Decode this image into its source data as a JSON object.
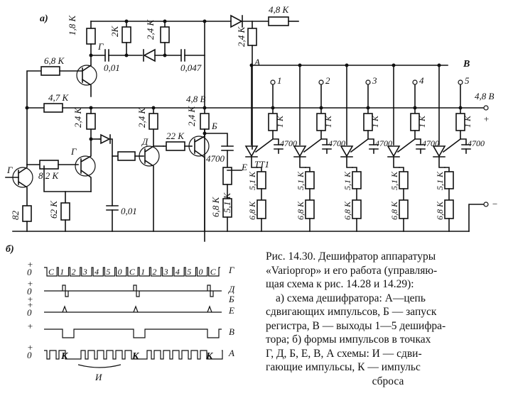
{
  "part_labels": {
    "a": "а)",
    "b": "б)"
  },
  "resistors": {
    "r_18k": "1,8 К",
    "r_2k": "2К",
    "r_24k_top": "2,4 К",
    "r_48k_top": "4,8 К",
    "r_24k_a": "2,4 К",
    "r_68k": "6,8 К",
    "r_47k": "4,7 К",
    "r_24k_g": "2,4 К",
    "r_24k_d": "2,4 К",
    "r_24k_b": "2,4 К",
    "r_22k": "22 К",
    "r_82k": "8,2 К",
    "r_82": "82",
    "r_62k": "62 К",
    "r_51k": "5,1 К",
    "r_68k_low": "6,8 К",
    "r_1k": "1 К"
  },
  "capacitors": {
    "c_001_top": "0,01",
    "c_0047": "0,047",
    "c_001_mid": "0,01",
    "c_4700": "4700"
  },
  "node_labels": {
    "g_top": "Г",
    "g_left": "Г",
    "g_mid": "Г",
    "d": "Д",
    "b": "Б",
    "e": "Е",
    "a": "А",
    "v": "В",
    "tt1": "ТТ1",
    "v48_mid": "4,8 В",
    "v48_right": "4,8 В",
    "plus": "+",
    "minus": "−"
  },
  "outputs": [
    "1",
    "2",
    "3",
    "4",
    "5"
  ],
  "waveforms": {
    "g_sequence": [
      "С",
      "1",
      "2",
      "3",
      "4",
      "5",
      "0",
      "С",
      "1",
      "2",
      "3",
      "4",
      "5",
      "0",
      "С"
    ],
    "rows": [
      {
        "left": "+ 0",
        "right": "Г"
      },
      {
        "left": "+ 0 +",
        "right": "Д Б"
      },
      {
        "left": "+ 0",
        "right": "Е"
      },
      {
        "left": "+",
        "right": "В"
      },
      {
        "left": "+ 0",
        "right": "А"
      }
    ],
    "k_label": "К",
    "i_label": "И"
  },
  "caption": {
    "line1": "Рис. 14.30. Дешифратор аппаратуры",
    "line2": "«Variоргор» и его работа (управляю-",
    "line3": "щая схема к рис. 14.28 и 14.29):",
    "line4": "а) схема дешифратора: А—цепь",
    "line5": "сдвигающих импульсов, Б — запуск",
    "line6": "регистра, В — выходы 1—5 дешифра-",
    "line7": "тора; б) формы импульсов в точках",
    "line8": "Г, Д, Б, Е, В, А схемы: И — сдви-",
    "line9": "гающие импульсы, К — импульс",
    "line10": "сброса"
  }
}
